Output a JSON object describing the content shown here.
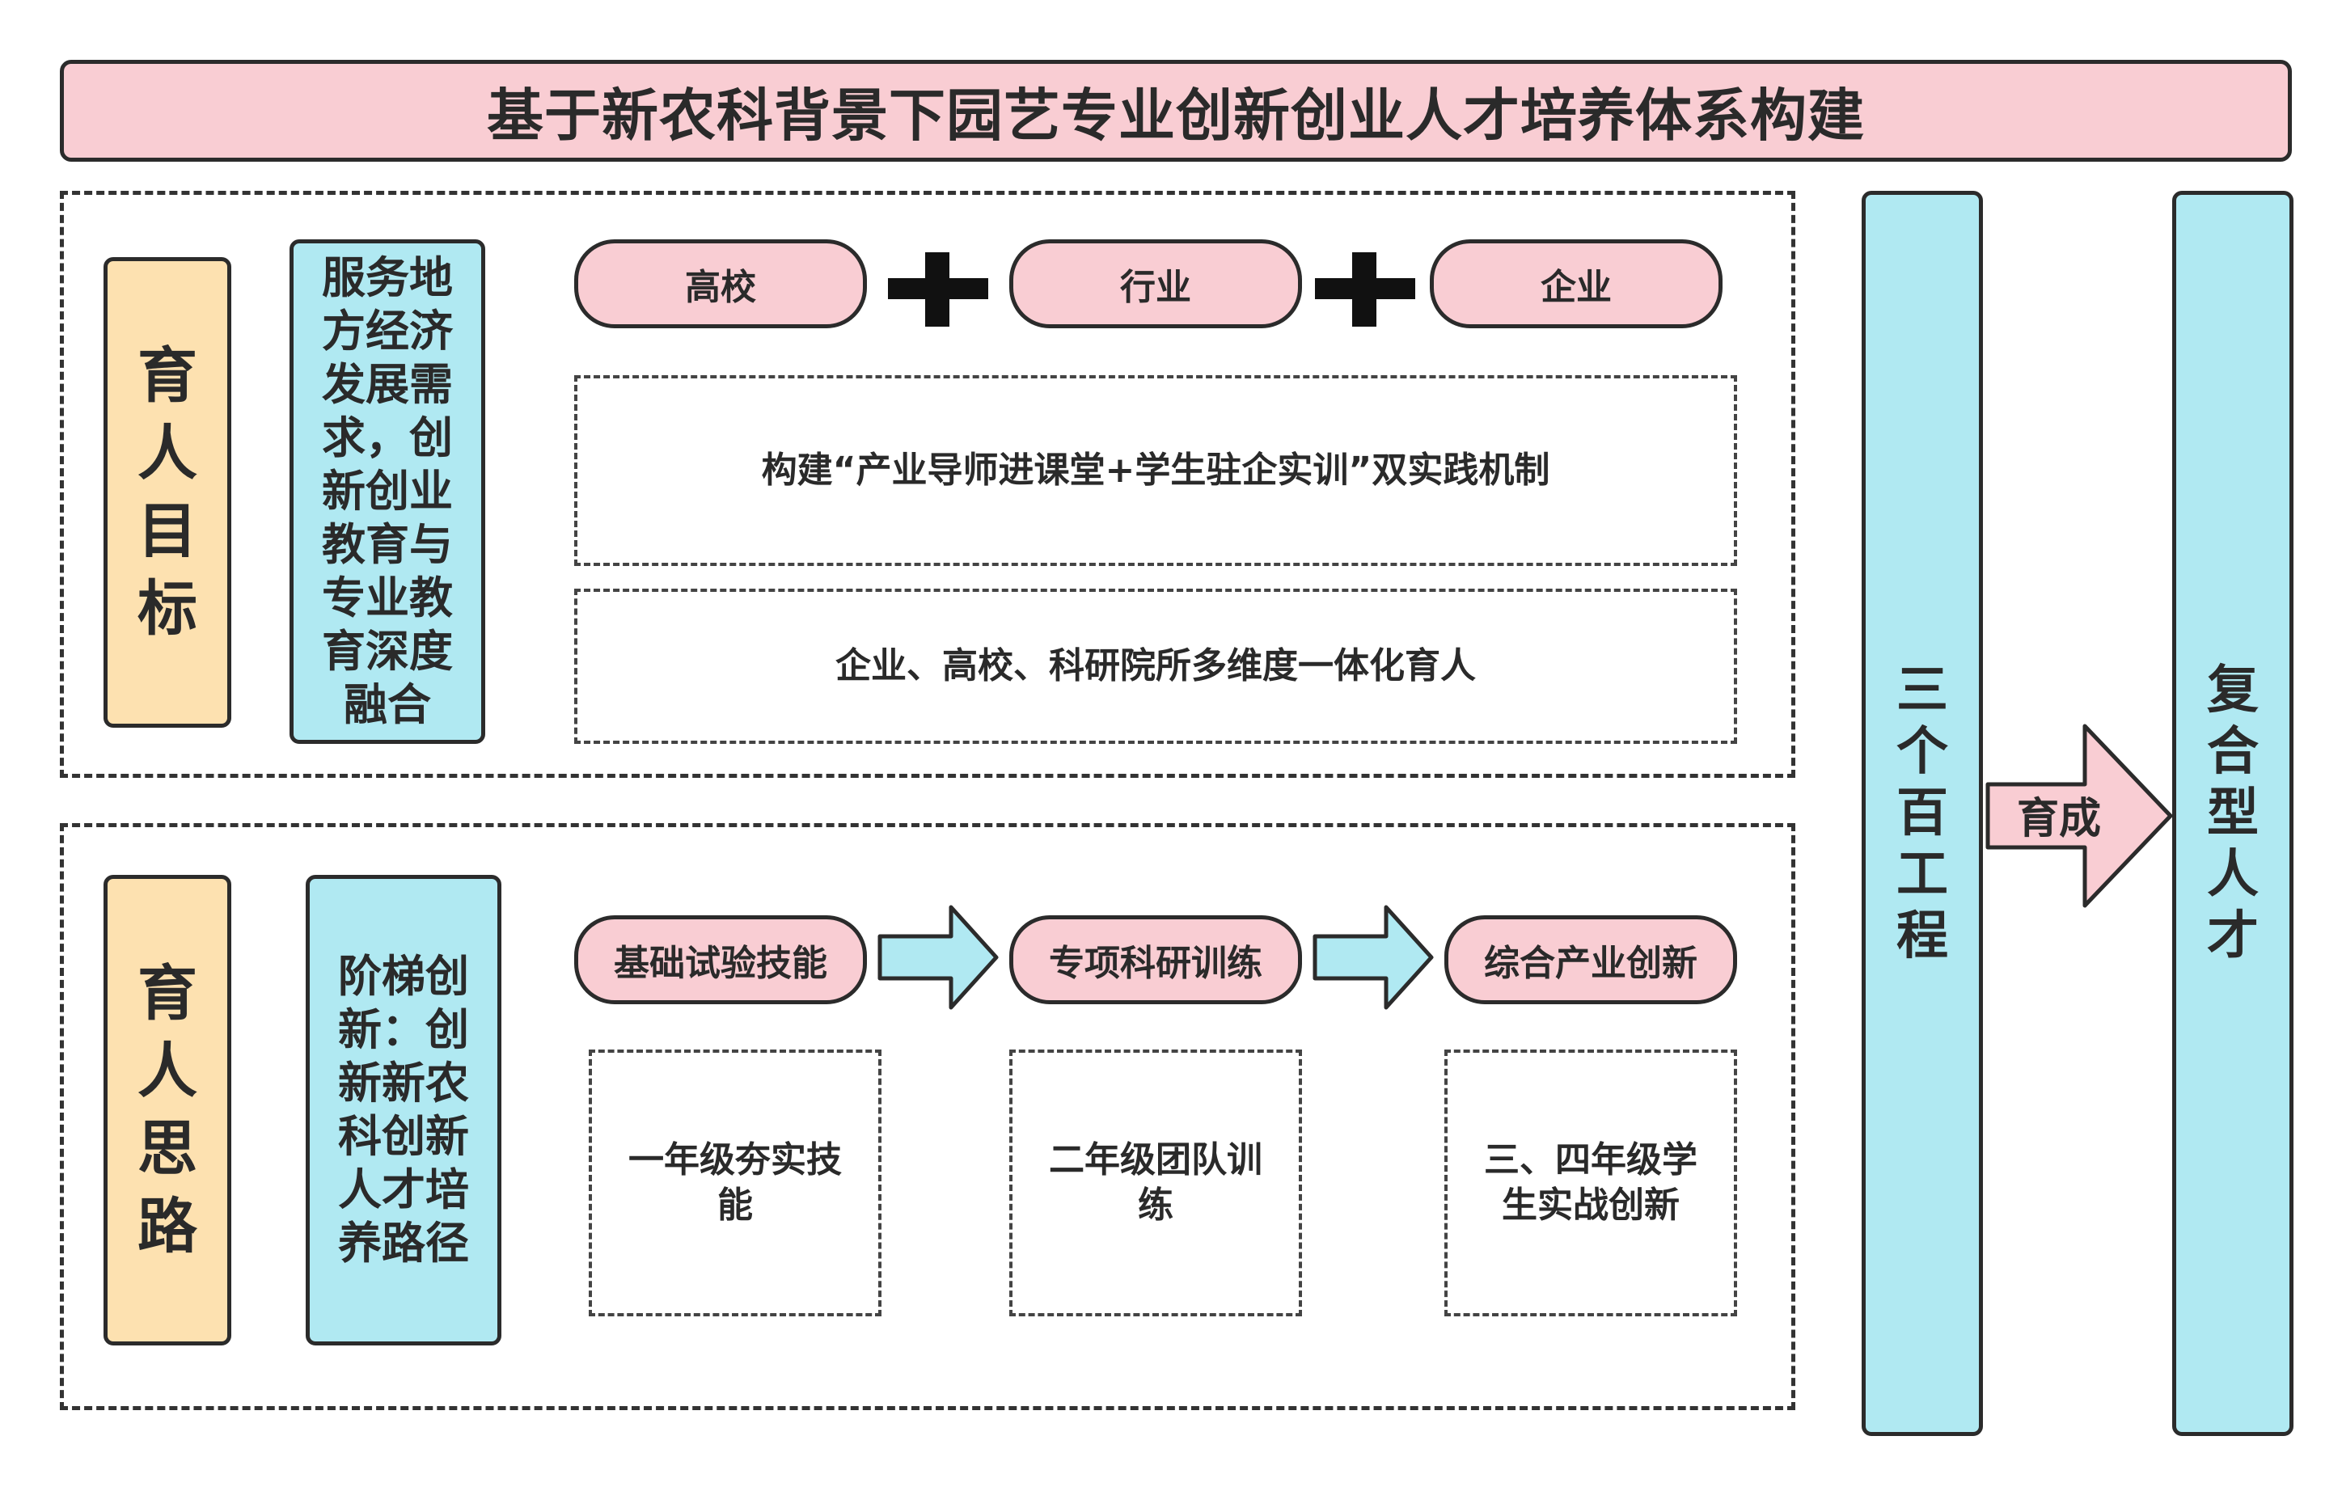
{
  "title": "基于新农科背景下园艺专业创新创业人才培养体系构建",
  "goal": {
    "label": "育人目标",
    "desc": "服务地方经济发展需求，创新创业教育与专业教育深度融合",
    "partners": [
      "高校",
      "行业",
      "企业"
    ],
    "mechanism": "构建“产业导师进课堂+学生驻企实训”双实践机制",
    "integration": "企业、高校、科研院所多维度一体化育人"
  },
  "path": {
    "label": "育人思路",
    "desc": "阶梯创新：创新新农科创新人才培养路径",
    "stages": [
      "基础试验技能",
      "专项科研训练",
      "综合产业创新"
    ],
    "details": [
      "一年级夯实技能",
      "二年级团队训练",
      "三、四年级学生实战创新"
    ]
  },
  "right": {
    "project": "三个百工程",
    "arrow_label": "育成",
    "talent": "复合型人才"
  },
  "colors": {
    "pink": "#f9cdd3",
    "cyan": "#b0e9f2",
    "orange": "#fde1b0",
    "border": "#2b2b2b"
  }
}
